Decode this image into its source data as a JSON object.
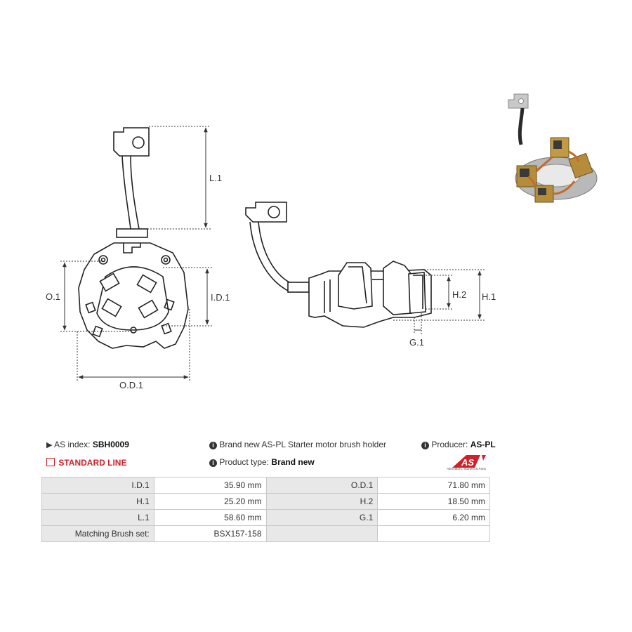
{
  "drawing": {
    "labels": {
      "l1": "L.1",
      "o1": "O.1",
      "id1": "I.D.1",
      "od1": "O.D.1",
      "h2": "H.2",
      "h1": "H.1",
      "g1": "G.1"
    }
  },
  "info": {
    "as_index_label": "AS index:",
    "as_index_value": "SBH0009",
    "description": "Brand new AS-PL Starter motor brush holder",
    "producer_label": "Producer:",
    "producer_value": "AS-PL",
    "standard_line": "STANDARD LINE",
    "product_type_label": "Product type:",
    "product_type_value": "Brand new",
    "logo_text": "AS",
    "logo_tagline": "Alternators, Starters & Parts"
  },
  "specs": [
    {
      "l1": "I.D.1",
      "v1": "35.90 mm",
      "l2": "O.D.1",
      "v2": "71.80 mm"
    },
    {
      "l1": "H.1",
      "v1": "25.20 mm",
      "l2": "H.2",
      "v2": "18.50 mm"
    },
    {
      "l1": "L.1",
      "v1": "58.60 mm",
      "l2": "G.1",
      "v2": "6.20 mm"
    },
    {
      "l1": "Matching Brush set:",
      "v1": "BSX157-158",
      "l2": "",
      "v2": ""
    }
  ],
  "colors": {
    "accent_red": "#d0202a",
    "table_label_bg": "#e8e8e8",
    "table_border": "#c8c8c8"
  }
}
